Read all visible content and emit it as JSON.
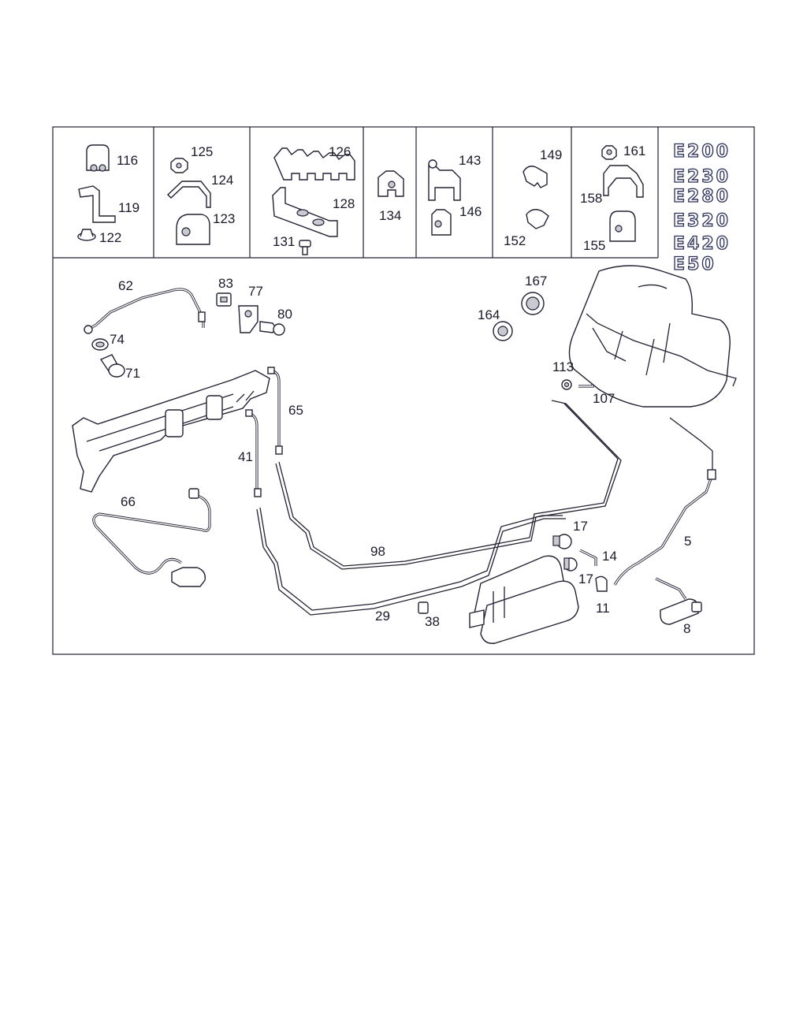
{
  "kit_labels": {
    "k116": "116",
    "k119": "119",
    "k122": "122",
    "k125": "125",
    "k124": "124",
    "k123": "123",
    "k126": "126",
    "k128": "128",
    "k131": "131",
    "k134": "134",
    "k143": "143",
    "k146": "146",
    "k149": "149",
    "k152": "152",
    "k161": "161",
    "k158": "158",
    "k155": "155"
  },
  "models": [
    "E200",
    "E230",
    "E280",
    "E320",
    "E420",
    "E50"
  ],
  "part_labels": {
    "p62": "62",
    "p83": "83",
    "p77": "77",
    "p80": "80",
    "p74": "74",
    "p71": "71",
    "p65": "65",
    "p41": "41",
    "p66": "66",
    "p98": "98",
    "p29": "29",
    "p38": "38",
    "p167": "167",
    "p164": "164",
    "p113": "113",
    "p107": "107",
    "p17a": "17",
    "p14": "14",
    "p17b": "17",
    "p11": "11",
    "p5": "5",
    "p8": "8"
  }
}
